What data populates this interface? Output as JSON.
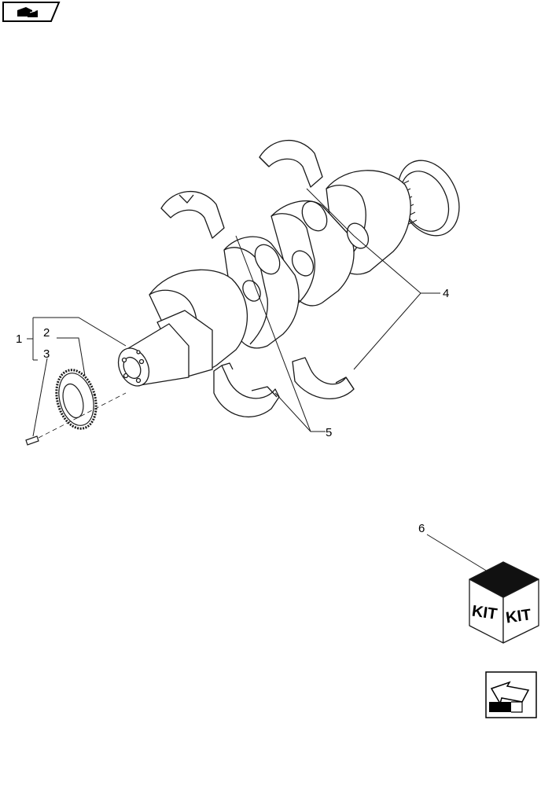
{
  "header": {
    "icon": "book-icon"
  },
  "callouts": [
    {
      "id": "c1",
      "label": "1"
    },
    {
      "id": "c2",
      "label": "2"
    },
    {
      "id": "c3",
      "label": "3"
    },
    {
      "id": "c4",
      "label": "4"
    },
    {
      "id": "c5",
      "label": "5"
    },
    {
      "id": "c6",
      "label": "6"
    }
  ],
  "kit": {
    "label_left": "KIT",
    "label_right": "KIT"
  },
  "footer": {
    "icon": "return-arrow-icon"
  },
  "colors": {
    "line": "#1a1a1a",
    "fill": "#ffffff",
    "dark": "#1a1a1a"
  }
}
